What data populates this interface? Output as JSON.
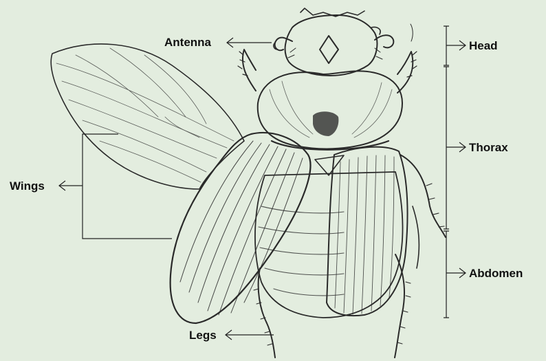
{
  "colors": {
    "background": "#e3eddf",
    "body_fill": "#e8ece2",
    "ink": "#2a2a2a",
    "label_text": "#111111"
  },
  "labels": {
    "antenna": "Antenna",
    "head": "Head",
    "thorax": "Thorax",
    "wings": "Wings",
    "abdomen": "Abdomen",
    "legs": "Legs"
  }
}
